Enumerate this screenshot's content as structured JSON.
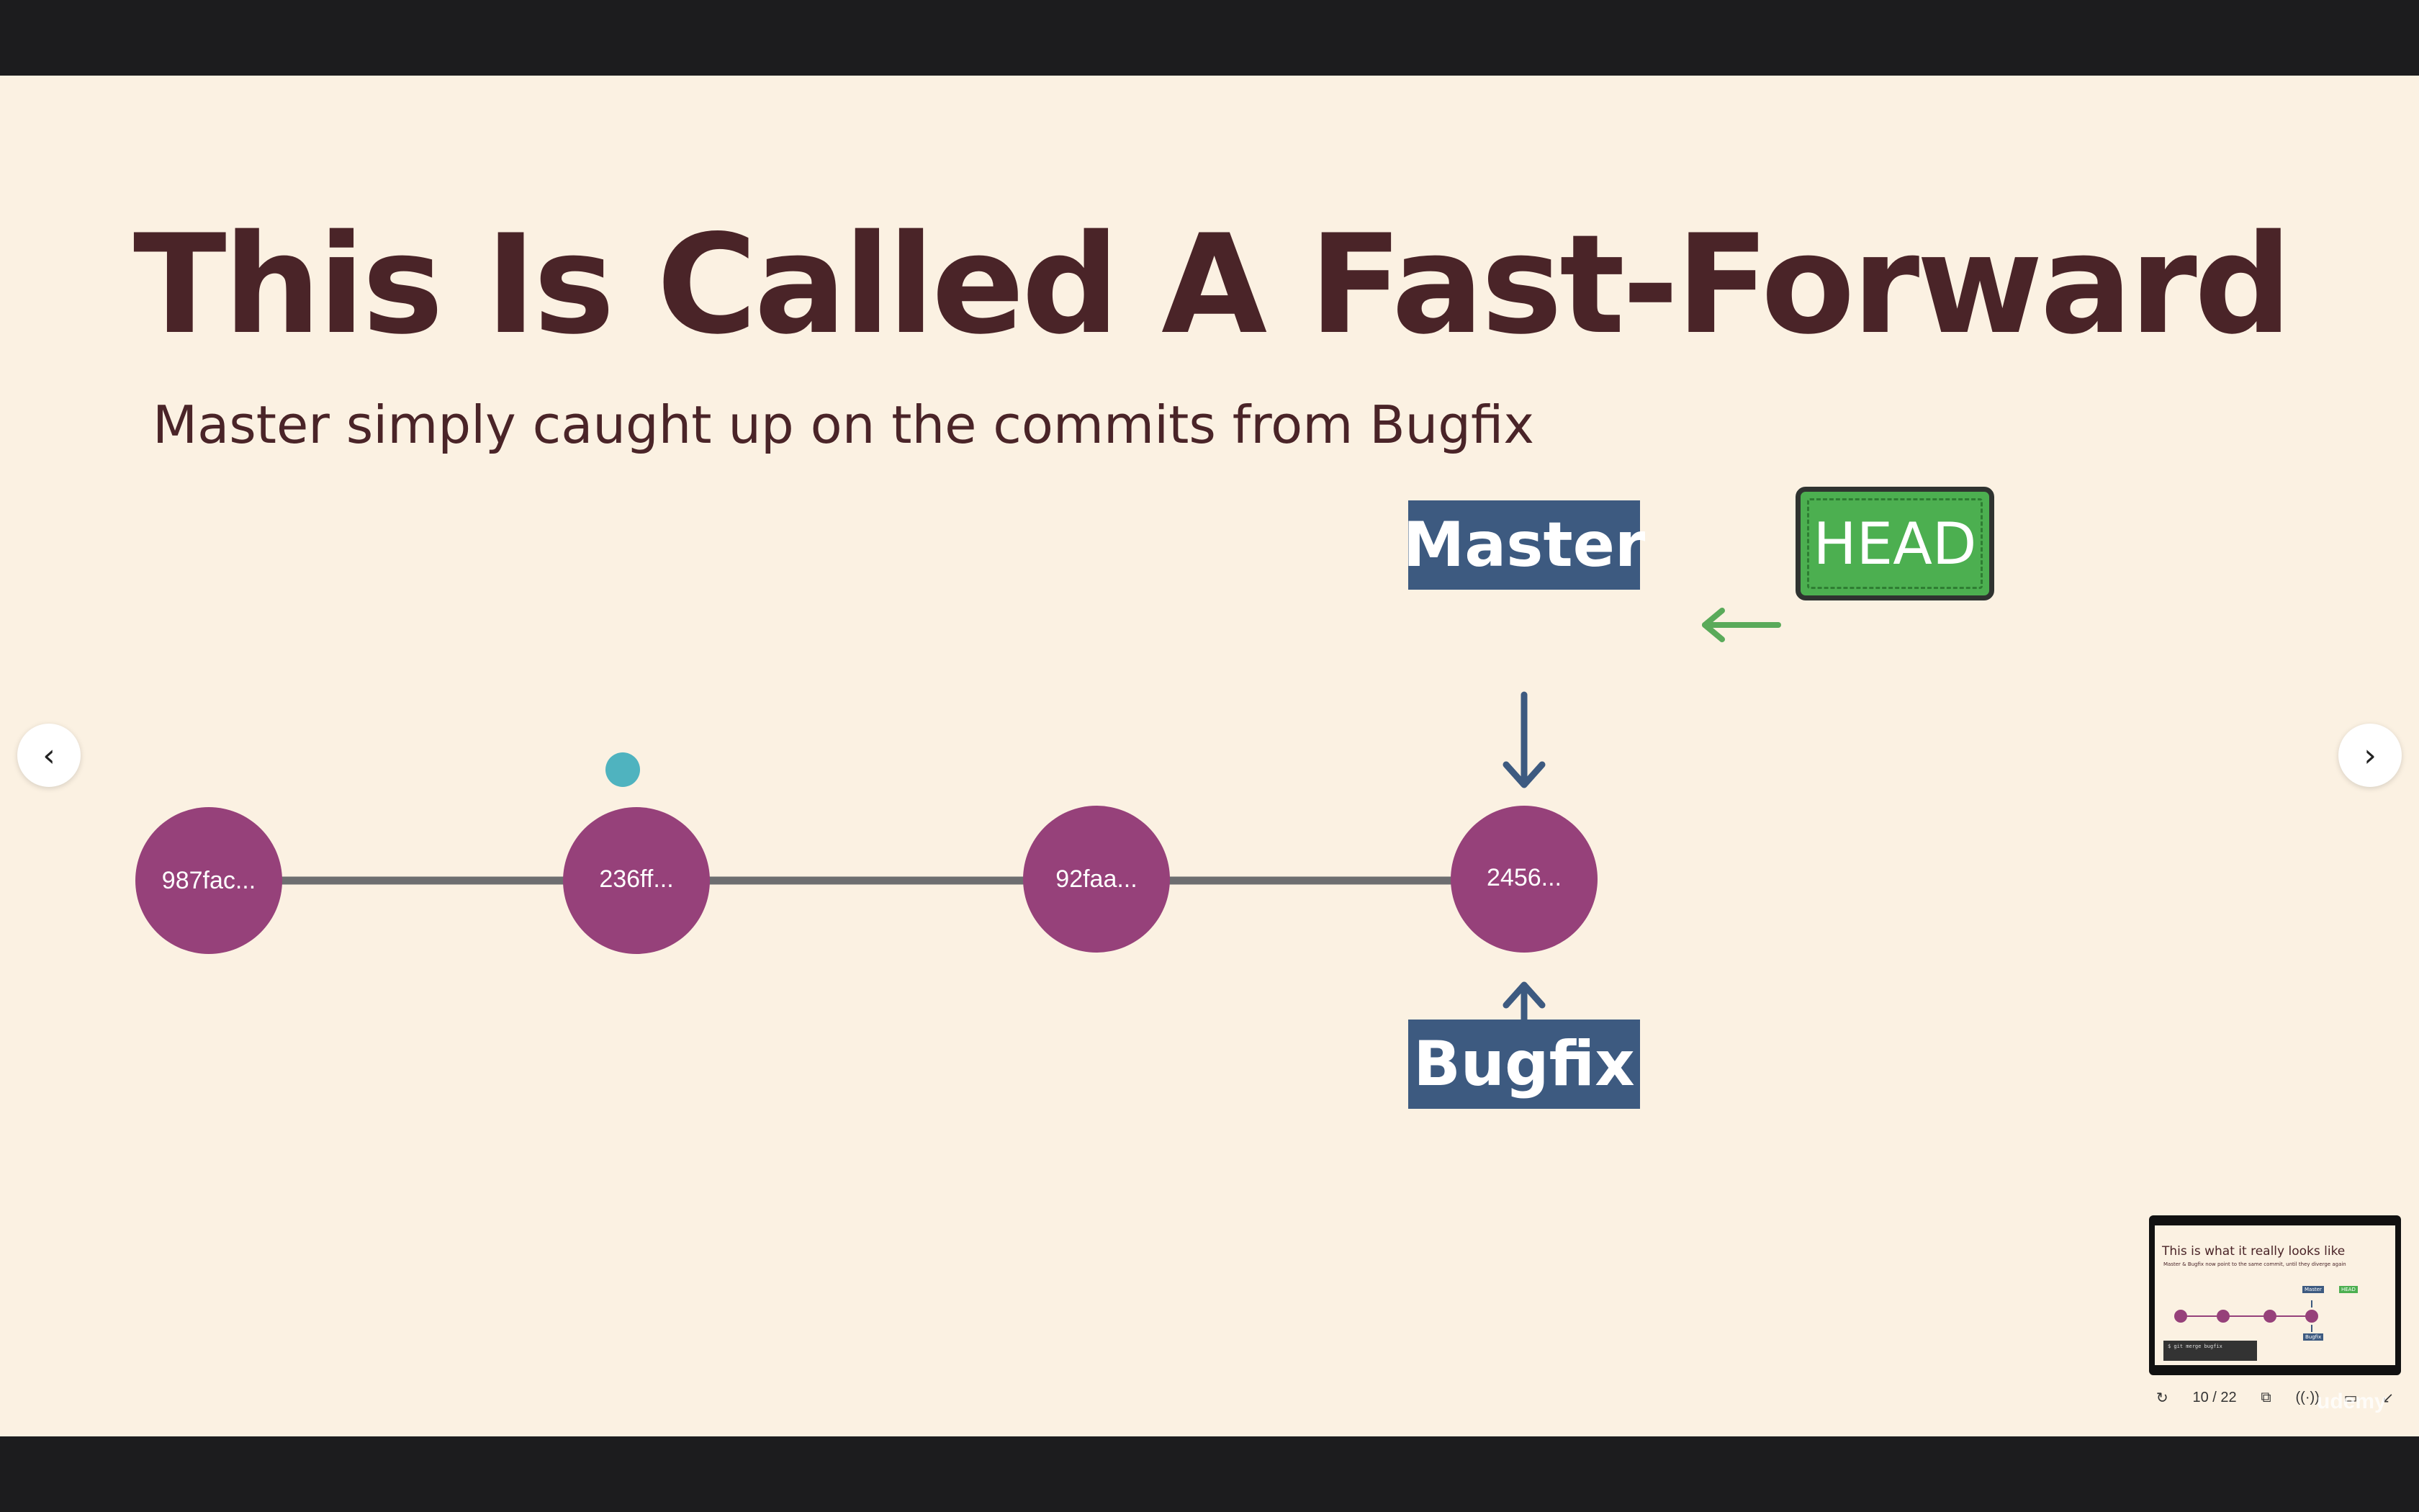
{
  "slide": {
    "title": "This Is Called A Fast-Forward",
    "subtitle": "Master simply caught up on the commits from Bugfix"
  },
  "diagram": {
    "commits": [
      "987fac...",
      "236ff...",
      "92faa...",
      "2456..."
    ],
    "branches": {
      "master": "Master",
      "bugfix": "Bugfix",
      "head": "HEAD"
    },
    "colors": {
      "commit": "#96417a",
      "line": "#6d6e70",
      "branch": "#3d5a80",
      "head": "#4caf50",
      "head_arrow": "#5aaa5a",
      "title": "#4a2428",
      "background": "#fbf1e2"
    }
  },
  "navigation": {
    "prev_icon": "chevron-left-icon",
    "next_icon": "chevron-right-icon",
    "prev_glyph": "‹",
    "next_glyph": "›"
  },
  "preview": {
    "title": "This is what it really looks like",
    "subtitle": "Master & Bugfix now point to the same commit, until they diverge again",
    "master": "Master",
    "head": "HEAD",
    "bugfix": "Bugfix",
    "terminal": "$ git merge bugfix"
  },
  "controls": {
    "page_indicator": "10 / 22",
    "icons": [
      "restart-icon",
      "window-icon",
      "broadcast-icon",
      "captions-icon",
      "collapse-icon"
    ],
    "restart_glyph": "↻",
    "window_glyph": "⧉",
    "broadcast_glyph": "((·))",
    "captions_glyph": "▭",
    "collapse_glyph": "↙"
  },
  "watermark": "udemy"
}
